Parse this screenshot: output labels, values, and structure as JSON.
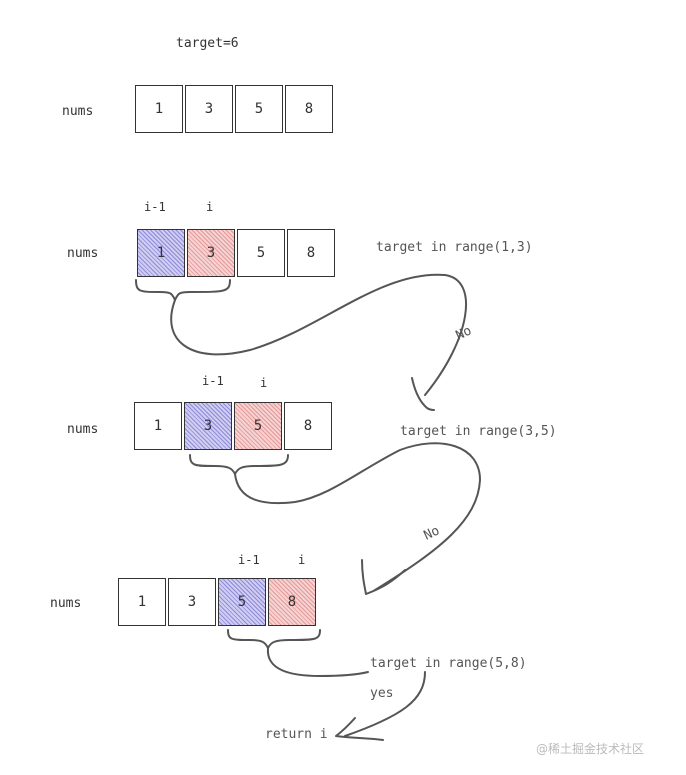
{
  "target_label": "target=6",
  "rows": [
    {
      "label": "nums",
      "cells": [
        {
          "value": "1",
          "fill": "none"
        },
        {
          "value": "3",
          "fill": "none"
        },
        {
          "value": "5",
          "fill": "none"
        },
        {
          "value": "8",
          "fill": "none"
        }
      ],
      "i_minus_1": "",
      "i": ""
    },
    {
      "label": "nums",
      "cells": [
        {
          "value": "1",
          "fill": "blue"
        },
        {
          "value": "3",
          "fill": "red"
        },
        {
          "value": "5",
          "fill": "none"
        },
        {
          "value": "8",
          "fill": "none"
        }
      ],
      "i_minus_1": "i-1",
      "i": "i"
    },
    {
      "label": "nums",
      "cells": [
        {
          "value": "1",
          "fill": "none"
        },
        {
          "value": "3",
          "fill": "blue"
        },
        {
          "value": "5",
          "fill": "red"
        },
        {
          "value": "8",
          "fill": "none"
        }
      ],
      "i_minus_1": "i-1",
      "i": "i"
    },
    {
      "label": "nums",
      "cells": [
        {
          "value": "1",
          "fill": "none"
        },
        {
          "value": "3",
          "fill": "none"
        },
        {
          "value": "5",
          "fill": "blue"
        },
        {
          "value": "8",
          "fill": "red"
        }
      ],
      "i_minus_1": "i-1",
      "i": "i"
    }
  ],
  "checks": [
    {
      "text": "target in range(1,3)",
      "answer": "No"
    },
    {
      "text": "target in range(3,5)",
      "answer": "No"
    },
    {
      "text": "target in range(5,8)",
      "answer": "yes"
    }
  ],
  "result": "return i",
  "watermark": "@稀土掘金技术社区",
  "colors": {
    "blue_hatch": "#8f8bd6",
    "red_hatch": "#e39a9a",
    "stroke": "#333333"
  }
}
